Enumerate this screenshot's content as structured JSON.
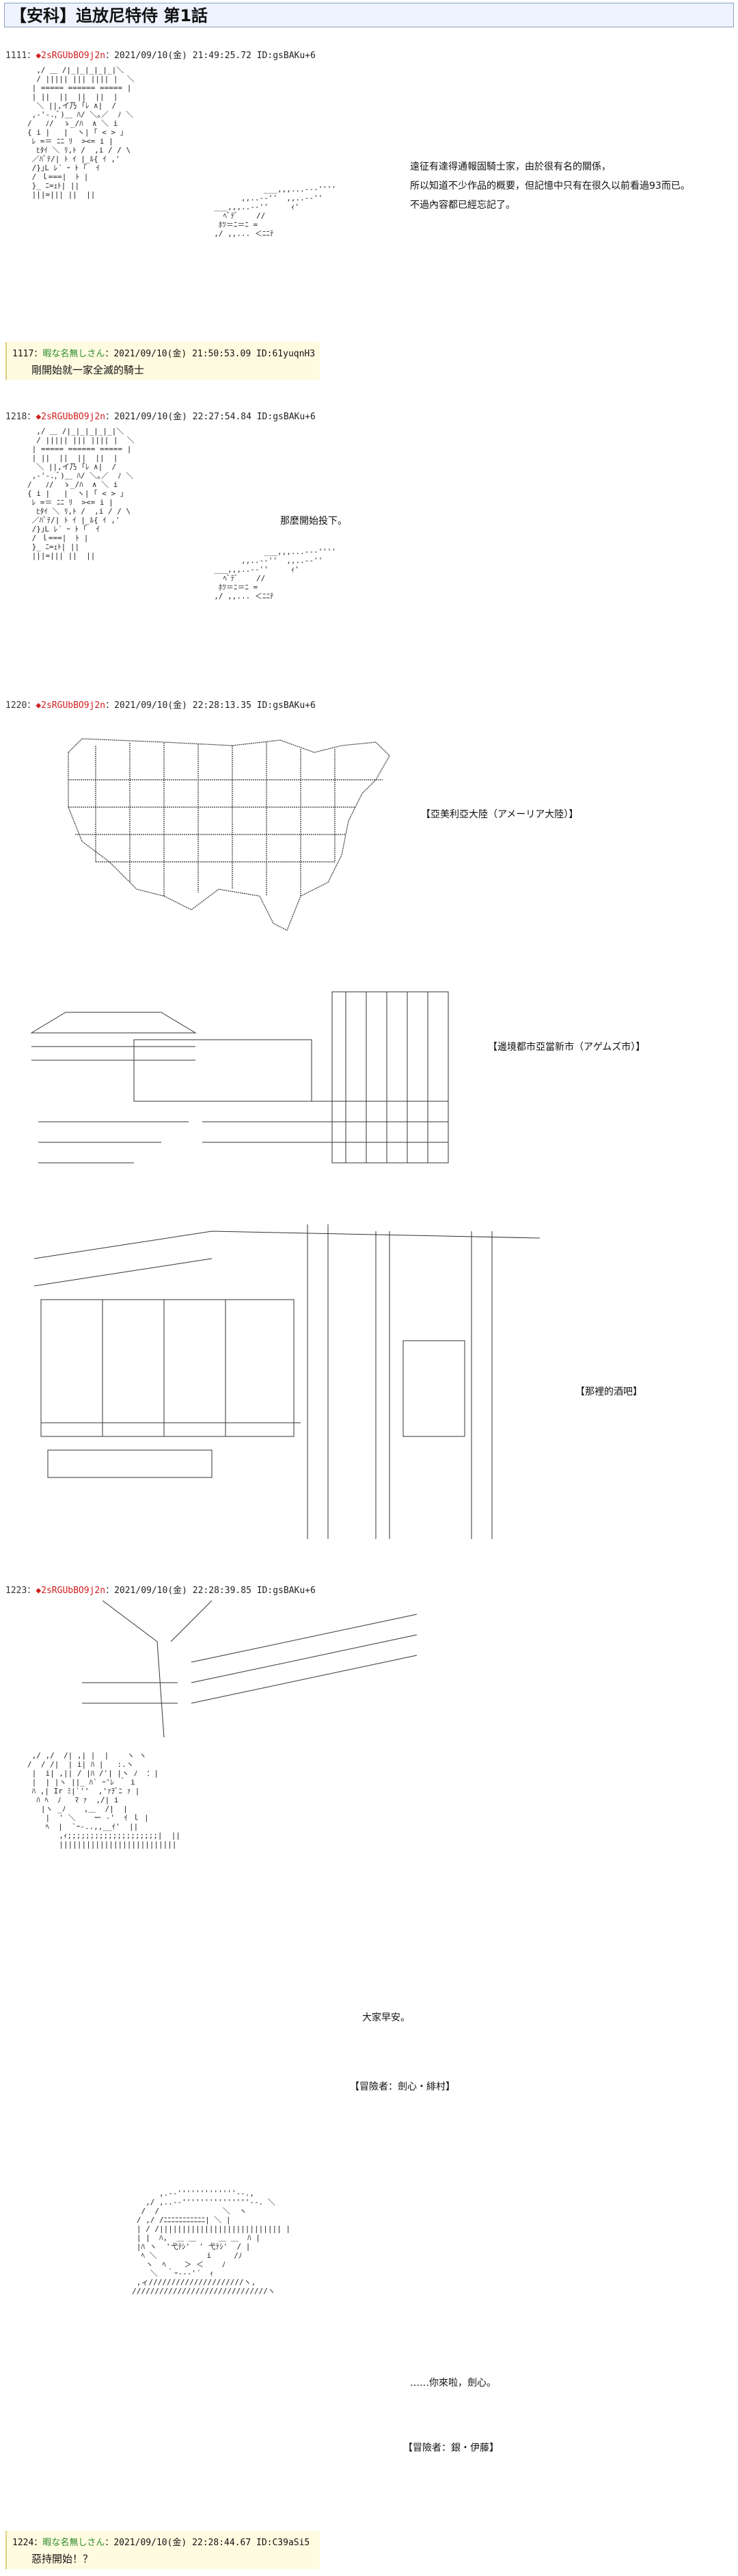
{
  "title": "【安科】追放尼特侍 第1話",
  "posts": [
    {
      "num": "1111：",
      "name": "◆2sRGUbBO9j2n",
      "meta": "：2021/09/10(金) 21:49:25.72 ID:gsBAKu+6"
    },
    {
      "num": "1218：",
      "name": "◆2sRGUbBO9j2n",
      "meta": "：2021/09/10(金) 22:27:54.84 ID:gsBAKu+6"
    },
    {
      "num": "1220：",
      "name": "◆2sRGUbBO9j2n",
      "meta": "：2021/09/10(金) 22:28:13.35 ID:gsBAKu+6"
    },
    {
      "num": "1223：",
      "name": "◆2sRGUbBO9j2n",
      "meta": "：2021/09/10(金) 22:28:39.85 ID:gsBAKu+6"
    }
  ],
  "replies": [
    {
      "head_num": "1117：",
      "head_name": "暇な名無しさん",
      "head_meta": "：2021/09/10(金) 21:50:53.09 ID:61yuqnH3",
      "body": "剛開始就一家全滅的騎士"
    },
    {
      "head_num": "1224：",
      "head_name": "暇な名無しさん",
      "head_meta": "：2021/09/10(金) 22:28:44.67 ID:C39aSi5",
      "body": "惡持開始！？"
    }
  ],
  "narration": {
    "p1_line1": "遠征有達得通報固騎士家，由於很有名的關係，",
    "p1_line2": "所以知道不少作品的概要，但記憶中只有在很久以前看過93而已。",
    "p1_line3": "不過內容都已經忘記了。",
    "p2": "那麼開始投下。",
    "p3_cap1": "【亞美利亞大陸（アメーリア大陸）】",
    "p3_cap2": "【邊境都市亞當新市（アゲムズ市）】",
    "p3_cap3": "【那裡的酒吧】",
    "p4_line1": "大家早安。",
    "p4_cap1": "【冒險者：劍心・緋村】",
    "p4_line2": "……你來啦，劍心。",
    "p4_cap2": "【冒險者：銀・伊藤】"
  },
  "art": {
    "knight1": "  ,/ ＿ /|_|_|_|_|_|＼\n  / ||||| ||| |||| |  ＼\n | ===== ====== ===== |\n | ||  ||  ||  ||  |\n  ＼ ||,イ乃 ｢ﾚ ∧|  /\n ,-'-.,ﾞ)＿ ﾊ/ ＼｡／  ﾉ ＼\n/   ﾉ/  ゝ_/ﾊ  ∧ ＼ i\n{ i |   |  ヽ| ｢ < > ｣\n ﾚ =＝ ﾆﾆ ﾘ  ><= i |\n  ﾋﾀｲ ＼ ﾘ,ﾄ /  ,i / / \\\n ／ﾊﾞﾃ/| ﾄ ｲ |_ﾙ{ ｲ ,'\n /}｣L ﾚ´ ｰ ﾄ ｢  ｲ\n / ｌ===|  ﾄ |\n }_ ﾆ=ｪﾄ| ||\n |||=||| ||  ||",
    "knight1b": "             ___,,,...---''''\n        ,,..--''  ,,..--''\n  ___,,,..--''     ｨ'\n    ﾍﾞﾃﾞ    //\n   ﾎﾂ＝ﾆ＝ﾆ =\n  ,/ ,,... ＜ﾆﾆﾃ",
    "knight2": "  ,/ ＿ /|_|_|_|_|_|＼\n  / ||||| ||| |||| |  ＼\n | ===== ====== ===== |\n | ||  ||  ||  ||  |\n  ＼ ||,イ乃 ｢ﾚ ∧|  /\n ,-'-.,ﾞ)＿ ﾊ/ ＼｡／  ﾉ ＼\n/   ﾉ/  ゝ_/ﾊ  ∧ ＼ i\n{ i |   |  ヽ| ｢ < > ｣\n ﾚ =＝ ﾆﾆ ﾘ  ><= i |\n  ﾋﾀｲ ＼ ﾘ,ﾄ /  ,i / / \\\n ／ﾊﾞﾃ/| ﾄ ｲ |_ﾙ{ ｲ ,'\n /}｣L ﾚ´ ｰ ﾄ ｢  ｲ\n / ｌ===|  ﾄ |\n }_ ﾆ=ｪﾄ| ||\n |||=||| ||  ||",
    "knight2b": "             ___,,,...---''''\n        ,,..--''  ,,..--''\n  ___,,,..--''     ｨ'\n    ﾍﾞﾃﾞ    //\n   ﾎﾂ＝ﾆ＝ﾆ =\n  ,/ ,,... ＜ﾆﾆﾃ",
    "kenshin": " ,/ ,/  /| ,| |  |    ヽ ヽ\n/  / /|  | i| ﾊ |   :.ヽ\n |  i| ,|| / |ﾊ /'| |ヽ ﾉ  ：|\n |  | |ヽ ||_ ﾊ` ｰ'ﾚ ＾ i\n ﾊ ,| Ir ﾐ|`''  ,'ｧｦﾞﾆ ｧ |\n  ﾊ ﾍ  ﾉ   ﾏ ｧ  ,/| i\n   |ヽ _ﾉ    ,＿  /|  |\n    |  ' ＼    ー ‐'  ｲ ｌ |\n    ﾍ  |  `ｰ-..,,__ｲ'  ||\n       ,ｨ;;;;;;;;;;;;;;;;;;;;|  ||\n       ||||||||||||||||||||||||||",
    "gin": "        ,.-‐'''''''''''''‐-.,\n     ,/ ,..-‐'''''''''''''''‐-. ＼\n    /  /              ＼  ヽ\n   / ,/ /ﾆﾆﾆﾆﾆﾆﾆﾆﾆﾆﾆ| ＼ |\n   | / /||||||||||||||||||||||||||| |\n   | |  ﾊ,  ＿ ＿     ＿ ＿  ﾊ |\n   |ﾊ ヽ  '弋ﾃｼ'  ' 弋ﾃｼ'  / |\n    ﾍ ＼           i     /ﾉ\n     ヽ  ﾍ    ＞ ＜    ﾉ\n      ＼  ｀ｰ--‐'´  ｨ\n   ,ィ/////////////////////ヽ,\n  //////////////////////////////ヽ"
  }
}
